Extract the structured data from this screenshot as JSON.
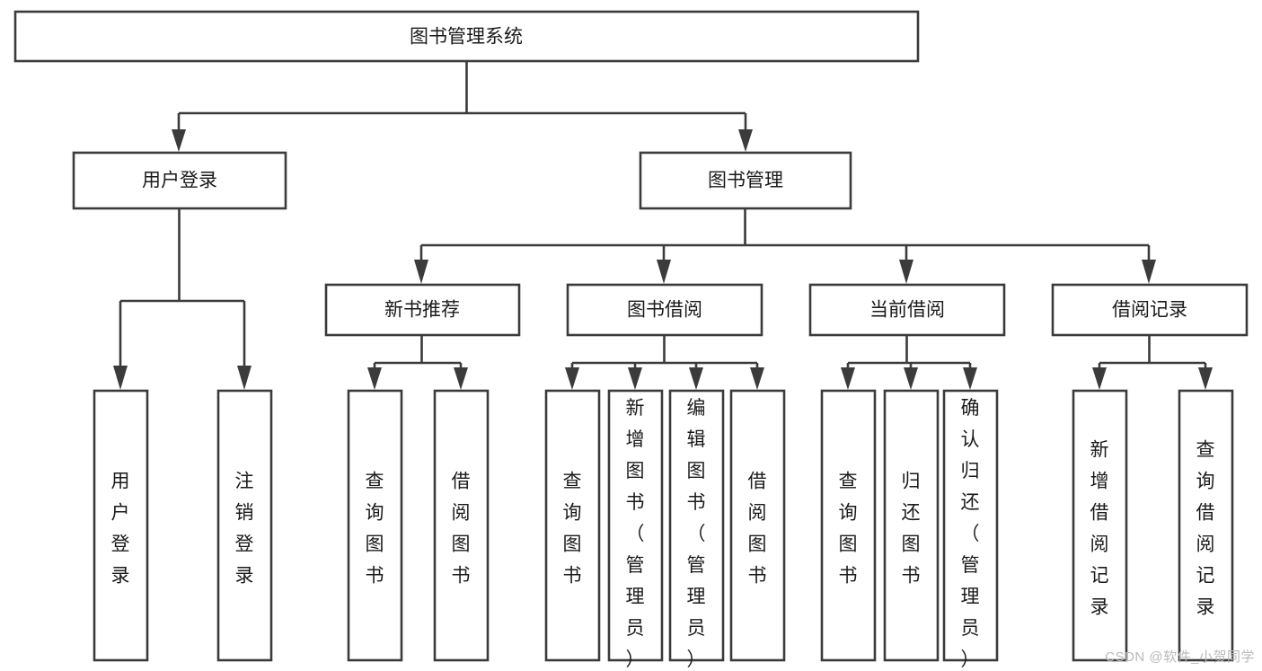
{
  "diagram": {
    "type": "tree-hierarchy-chart",
    "title": "图书管理系统",
    "orientation": "top-down",
    "colors": {
      "box_fill": "#ffffff",
      "box_stroke": "#3b3b3b",
      "text": "#1a1a1a",
      "background": "#ffffff",
      "watermark": "#b9b9b9"
    },
    "levels": {
      "level1": [
        "图书管理系统"
      ],
      "level2": [
        "用户登录",
        "图书管理"
      ],
      "level3": [
        "新书推荐",
        "图书借阅",
        "当前借阅",
        "借阅记录"
      ],
      "level4": [
        "用户登录",
        "注销登录",
        "查询图书",
        "借阅图书",
        "查询图书",
        "新增图书（管理员）",
        "编辑图书（管理员）",
        "借阅图书",
        "查询图书",
        "归还图书",
        "确认归还（管理员）",
        "新增借阅记录",
        "查询借阅记录"
      ]
    },
    "root": {
      "label": "图书管理系统"
    },
    "branches": [
      {
        "id": "user-login",
        "label": "用户登录",
        "children": [
          {
            "id": "leaf-user-login",
            "label": "用户登录"
          },
          {
            "id": "leaf-user-logout",
            "label": "注销登录"
          }
        ]
      },
      {
        "id": "book-management",
        "label": "图书管理",
        "groups": [
          {
            "id": "new-book-recommend",
            "label": "新书推荐",
            "children": [
              {
                "id": "leaf-query-book-1",
                "label": "查询图书"
              },
              {
                "id": "leaf-borrow-book-1",
                "label": "借阅图书"
              }
            ]
          },
          {
            "id": "book-borrow",
            "label": "图书借阅",
            "children": [
              {
                "id": "leaf-query-book-2",
                "label": "查询图书"
              },
              {
                "id": "leaf-add-book",
                "label": "新增图书（管理员）"
              },
              {
                "id": "leaf-edit-book",
                "label": "编辑图书（管理员）"
              },
              {
                "id": "leaf-borrow-book-2",
                "label": "借阅图书"
              }
            ]
          },
          {
            "id": "current-borrow",
            "label": "当前借阅",
            "children": [
              {
                "id": "leaf-query-book-3",
                "label": "查询图书"
              },
              {
                "id": "leaf-return-book",
                "label": "归还图书"
              },
              {
                "id": "leaf-confirm-return",
                "label": "确认归还（管理员）"
              }
            ]
          },
          {
            "id": "borrow-record",
            "label": "借阅记录",
            "children": [
              {
                "id": "leaf-add-record",
                "label": "新增借阅记录"
              },
              {
                "id": "leaf-query-record",
                "label": "查询借阅记录"
              }
            ]
          }
        ]
      }
    ]
  },
  "watermark": {
    "text": "CSDN @软件_小贺同学"
  }
}
